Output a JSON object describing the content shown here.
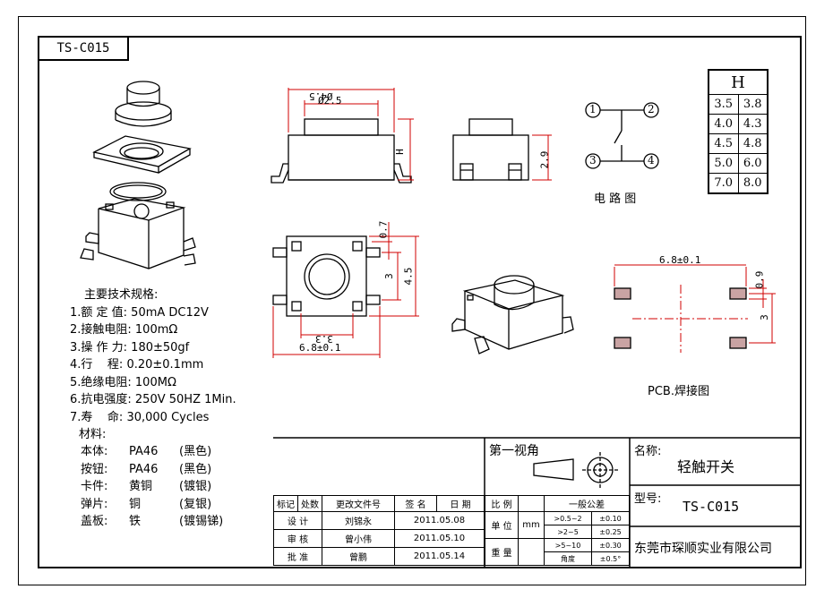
{
  "part_id": "TS-C015",
  "height_table": {
    "header": "H",
    "rows": [
      [
        "3.5",
        "3.8"
      ],
      [
        "4.0",
        "4.3"
      ],
      [
        "4.5",
        "4.8"
      ],
      [
        "5.0",
        "6.0"
      ],
      [
        "7.0",
        "8.0"
      ]
    ]
  },
  "dimensions": {
    "d1": "Ø2.5",
    "d2": "Ø4.5",
    "h": "H",
    "h2": "2.9",
    "d07": "0.7",
    "d3": "3",
    "d45": "4.5",
    "d33": "3.3",
    "d68": "6.8±0.1",
    "pcb68": "6.8±0.1",
    "pcb09": "0.9",
    "pcb3": "3"
  },
  "circuit": {
    "pins": [
      "1",
      "2",
      "3",
      "4"
    ],
    "label": "电 路 图"
  },
  "pcb_label": "PCB.焊接图",
  "specs": {
    "title": "主要技术规格:",
    "lines": [
      "1.额 定 值: 50mA DC12V",
      "2.接触电阻: 100mΩ",
      "3.操 作 力: 180±50gf",
      "4.行    程: 0.20±0.1mm",
      "5.绝缘电阻: 100MΩ",
      "6.抗电强度: 250V 50HZ 1Min.",
      "7.寿    命: 30,000 Cycles"
    ],
    "materials_title": "材料:",
    "materials": [
      [
        "本体:",
        "PA46",
        "(黑色)"
      ],
      [
        "按钮:",
        "PA46",
        "(黑色)"
      ],
      [
        "卡件:",
        "黄铜",
        "(镀银)"
      ],
      [
        "弹片:",
        "铜",
        "(复银)"
      ],
      [
        "盖板:",
        "铁",
        "(镀锡锑)"
      ]
    ]
  },
  "title_block": {
    "first_view": "第一视角",
    "name_label": "名称:",
    "name_value": "轻触开关",
    "model_label": "型号:",
    "model_value": "TS-C015",
    "company": "东莞市琛顺实业有限公司",
    "rev_headers": [
      "标记",
      "处数",
      "更改文件号",
      "签 名",
      "日 期"
    ],
    "rows": [
      {
        "role": "设 计",
        "person": "刘锦永",
        "date": "2011.05.08"
      },
      {
        "role": "审 核",
        "person": "曾小伟",
        "date": "2011.05.10"
      },
      {
        "role": "批 准",
        "person": "曾鹏",
        "date": "2011.05.14"
      }
    ],
    "scale_label": "比 例",
    "unit_label": "单 位",
    "unit_value": "mm",
    "weight_label": "重 量",
    "tol_title": "一般公差",
    "tolerances": [
      [
        ">0.5~2",
        "±0.10"
      ],
      [
        ">2~5",
        "±0.25"
      ],
      [
        ">5~10",
        "±0.30"
      ],
      [
        "角度",
        "±0.5°"
      ]
    ]
  }
}
